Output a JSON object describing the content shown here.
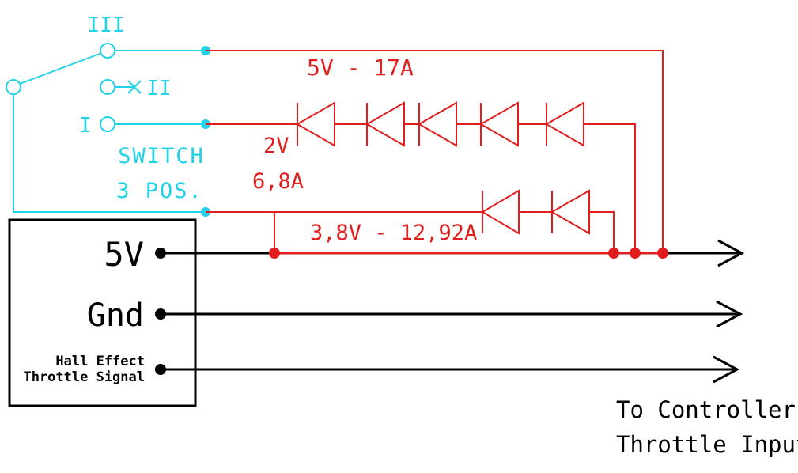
{
  "colors": {
    "switch": "#22d3e8",
    "wire_red": "#e11d1d",
    "wire_black": "#000000"
  },
  "switch": {
    "pos_iii": "III",
    "pos_ii": "II",
    "pos_i": "I",
    "label_line1": "SWITCH",
    "label_line2": "3 POS."
  },
  "labels": {
    "v5_17a": "5V - 17A",
    "v2": "2V",
    "a6_8": "6,8A",
    "v3_8": "3,8V - 12,92A"
  },
  "box": {
    "pin_5v": "5V",
    "pin_gnd": "Gnd",
    "signal_line1": "Hall Effect",
    "signal_line2": "Throttle Signal"
  },
  "output": {
    "line1": "To Controller",
    "line2": "Throttle Input"
  }
}
